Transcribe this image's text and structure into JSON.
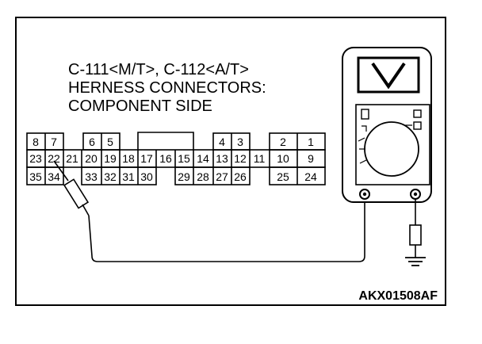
{
  "title": {
    "line1": "C-111<M/T>, C-112<A/T>",
    "line2": "HERNESS CONNECTORS:",
    "line3": "COMPONENT SIDE"
  },
  "connector": {
    "row1": [
      "8",
      "7",
      "6",
      "5",
      "4",
      "3",
      "2",
      "1"
    ],
    "row2": [
      "23",
      "22",
      "21",
      "20",
      "19",
      "18",
      "17",
      "16",
      "15",
      "14",
      "13",
      "12",
      "11",
      "10",
      "9"
    ],
    "row3": [
      "35",
      "34",
      "33",
      "32",
      "31",
      "30",
      "29",
      "28",
      "27",
      "26",
      "25",
      "24"
    ]
  },
  "multimeter": {
    "display_symbol": "V",
    "type": "voltmeter"
  },
  "probe_pin": "22",
  "reference_code": "AKX01508AF"
}
